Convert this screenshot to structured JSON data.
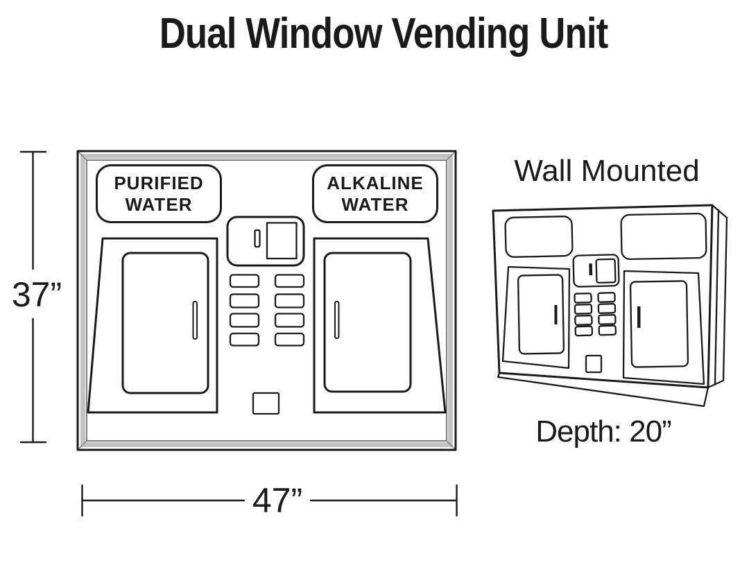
{
  "page": {
    "title": "Dual Window Vending Unit"
  },
  "front_view": {
    "left_window_label": "PURIFIED WATER",
    "right_window_label": "ALKALINE WATER",
    "width_dim": "47”",
    "height_dim": "37”"
  },
  "perspective_view": {
    "caption": "Wall Mounted",
    "depth_dim": "Depth: 20”"
  },
  "colors": {
    "ink": "#1a1a1a",
    "bevel_light": "#c3c3c3",
    "bevel_dark": "#7d7d7d",
    "background": "#ffffff"
  }
}
